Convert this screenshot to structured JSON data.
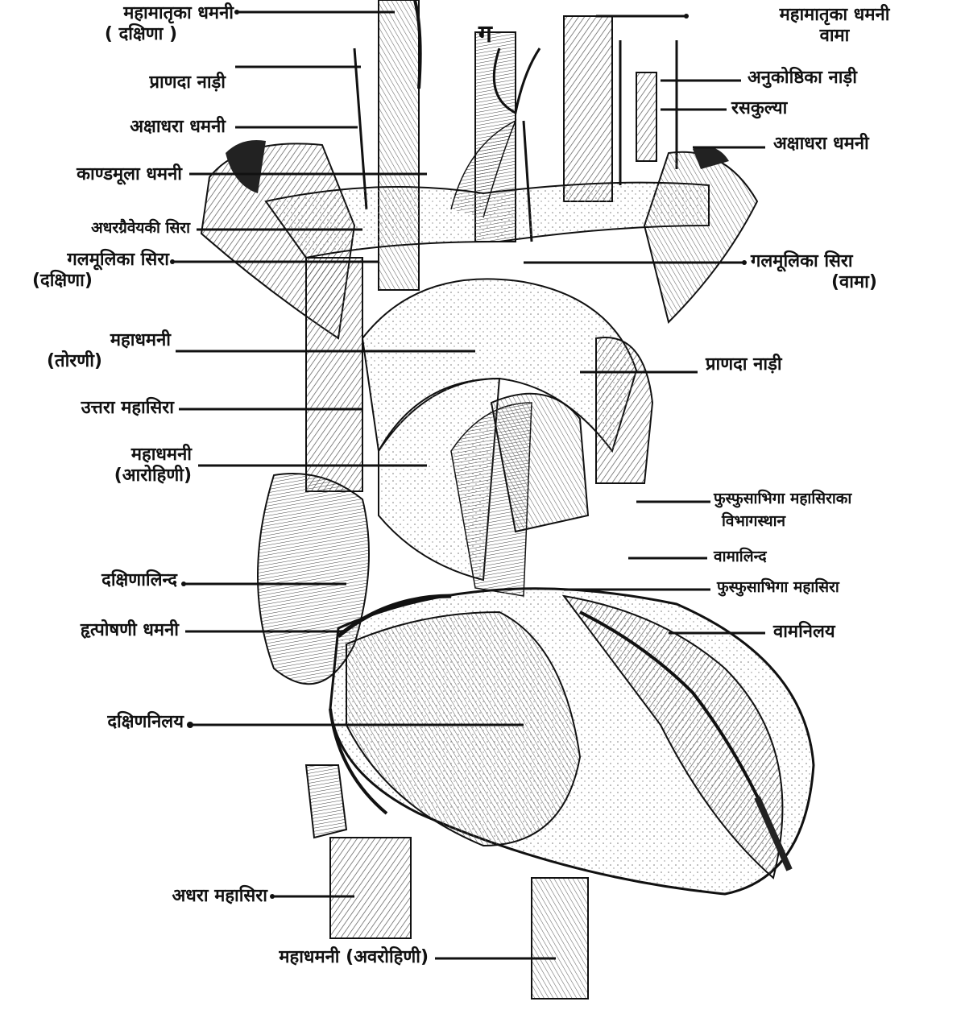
{
  "figure": {
    "top_letter": "ग",
    "labels_left": [
      {
        "id": "right-common-carotid-artery",
        "lines": [
          "महामातृका धमनी",
          "( दक्षिणा )"
        ]
      },
      {
        "id": "vagus-nerve-right",
        "lines": [
          "प्राणदा नाड़ी"
        ]
      },
      {
        "id": "subclavian-artery-right",
        "lines": [
          "अक्षाधरा धमनी"
        ]
      },
      {
        "id": "brachiocephalic-artery",
        "lines": [
          "काण्डमूला धमनी"
        ]
      },
      {
        "id": "inferior-thyroid-vein",
        "lines": [
          "अधरग्रैवेयकी सिरा"
        ]
      },
      {
        "id": "right-brachiocephalic-vein",
        "lines": [
          "गलमूलिका सिरा",
          "(दक्षिणा)"
        ]
      },
      {
        "id": "aorta-arch",
        "lines": [
          "महाधमनी",
          "(तोरणी)"
        ]
      },
      {
        "id": "superior-vena-cava",
        "lines": [
          "उत्तरा महासिरा"
        ]
      },
      {
        "id": "ascending-aorta",
        "lines": [
          "महाधमनी",
          "(आरोहिणी)"
        ]
      },
      {
        "id": "right-atrium",
        "lines": [
          "दक्षिणालिन्द"
        ]
      },
      {
        "id": "coronary-artery",
        "lines": [
          "हृत्पोषणी धमनी"
        ]
      },
      {
        "id": "right-ventricle",
        "lines": [
          "दक्षिणनिलय"
        ]
      },
      {
        "id": "inferior-vena-cava",
        "lines": [
          "अधरा महासिरा"
        ]
      },
      {
        "id": "descending-aorta",
        "lines": [
          "महाधमनी (अवरोहिणी)"
        ]
      }
    ],
    "labels_right": [
      {
        "id": "left-common-carotid-artery",
        "lines": [
          "महामातृका धमनी",
          "वामा"
        ]
      },
      {
        "id": "recurrent-laryngeal-nerve",
        "lines": [
          "अनुकोष्ठिका नाड़ी"
        ]
      },
      {
        "id": "thoracic-duct",
        "lines": [
          "रसकुल्या"
        ]
      },
      {
        "id": "subclavian-artery-left",
        "lines": [
          "अक्षाधरा धमनी"
        ]
      },
      {
        "id": "left-brachiocephalic-vein",
        "lines": [
          "गलमूलिका सिरा",
          "(वामा)"
        ]
      },
      {
        "id": "vagus-nerve-left",
        "lines": [
          "प्राणदा नाड़ी"
        ]
      },
      {
        "id": "pulmonary-vein-division",
        "lines": [
          "फुस्फुसाभिगा महासिराका",
          "विभागस्थान"
        ]
      },
      {
        "id": "left-atrium",
        "lines": [
          "वामालिन्द"
        ]
      },
      {
        "id": "pulmonary-vein",
        "lines": [
          "फुस्फुसाभिगा महासिरा"
        ]
      },
      {
        "id": "left-ventricle",
        "lines": [
          "वामनिलय"
        ]
      }
    ]
  },
  "colors": {
    "ink": "#111111",
    "hatch": "#555555",
    "shade": "#222222",
    "paper": "#ffffff"
  }
}
